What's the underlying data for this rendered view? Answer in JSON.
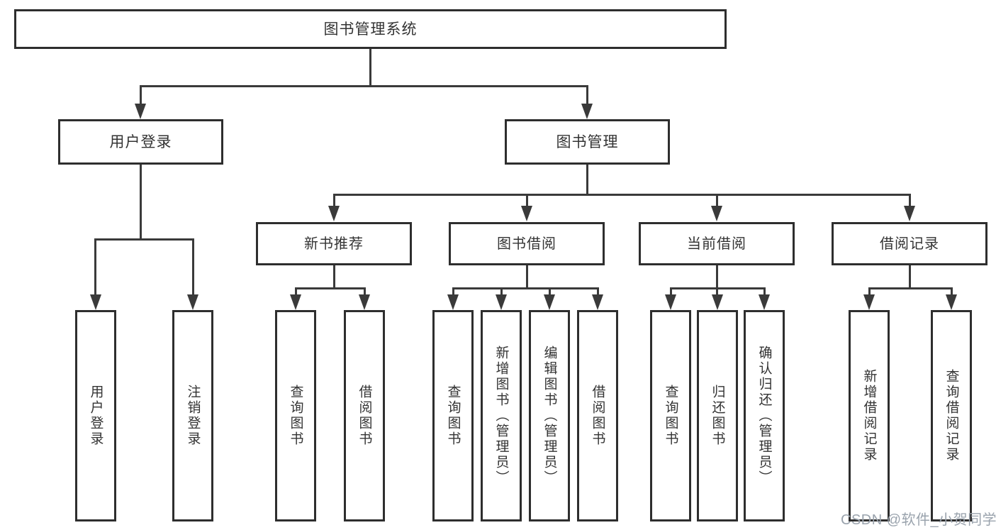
{
  "diagram": {
    "root": {
      "label": "图书管理系统"
    },
    "level2": [
      {
        "id": "user-login",
        "label": "用户登录"
      },
      {
        "id": "book-management",
        "label": "图书管理"
      }
    ],
    "level3": [
      {
        "id": "new-book-recommendation",
        "label": "新书推荐"
      },
      {
        "id": "book-borrowing",
        "label": "图书借阅"
      },
      {
        "id": "current-borrowing",
        "label": "当前借阅"
      },
      {
        "id": "borrowing-records",
        "label": "借阅记录"
      }
    ],
    "leaves": [
      {
        "id": "user-login-leaf",
        "label": "用户登录"
      },
      {
        "id": "logout-leaf",
        "label": "注销登录"
      },
      {
        "id": "query-books-recommend",
        "label": "查询图书"
      },
      {
        "id": "borrow-books-recommend",
        "label": "借阅图书"
      },
      {
        "id": "query-books-borrow",
        "label": "查询图书"
      },
      {
        "id": "add-books-admin",
        "label": "新增图书（管理员）"
      },
      {
        "id": "edit-books-admin",
        "label": "编辑图书（管理员）"
      },
      {
        "id": "borrow-books-borrow",
        "label": "借阅图书"
      },
      {
        "id": "query-books-current",
        "label": "查询图书"
      },
      {
        "id": "return-books",
        "label": "归还图书"
      },
      {
        "id": "confirm-return-admin",
        "label": "确认归还（管理员）"
      },
      {
        "id": "add-borrow-record",
        "label": "新增借阅记录"
      },
      {
        "id": "query-borrow-record",
        "label": "查询借阅记录"
      }
    ]
  },
  "colors": {
    "line": "#3a3a3a",
    "border": "#2e2e2e",
    "text": "#333333",
    "watermark": "#9aa3ad"
  },
  "watermark": {
    "text": "CSDN @软件_小贺同学"
  }
}
